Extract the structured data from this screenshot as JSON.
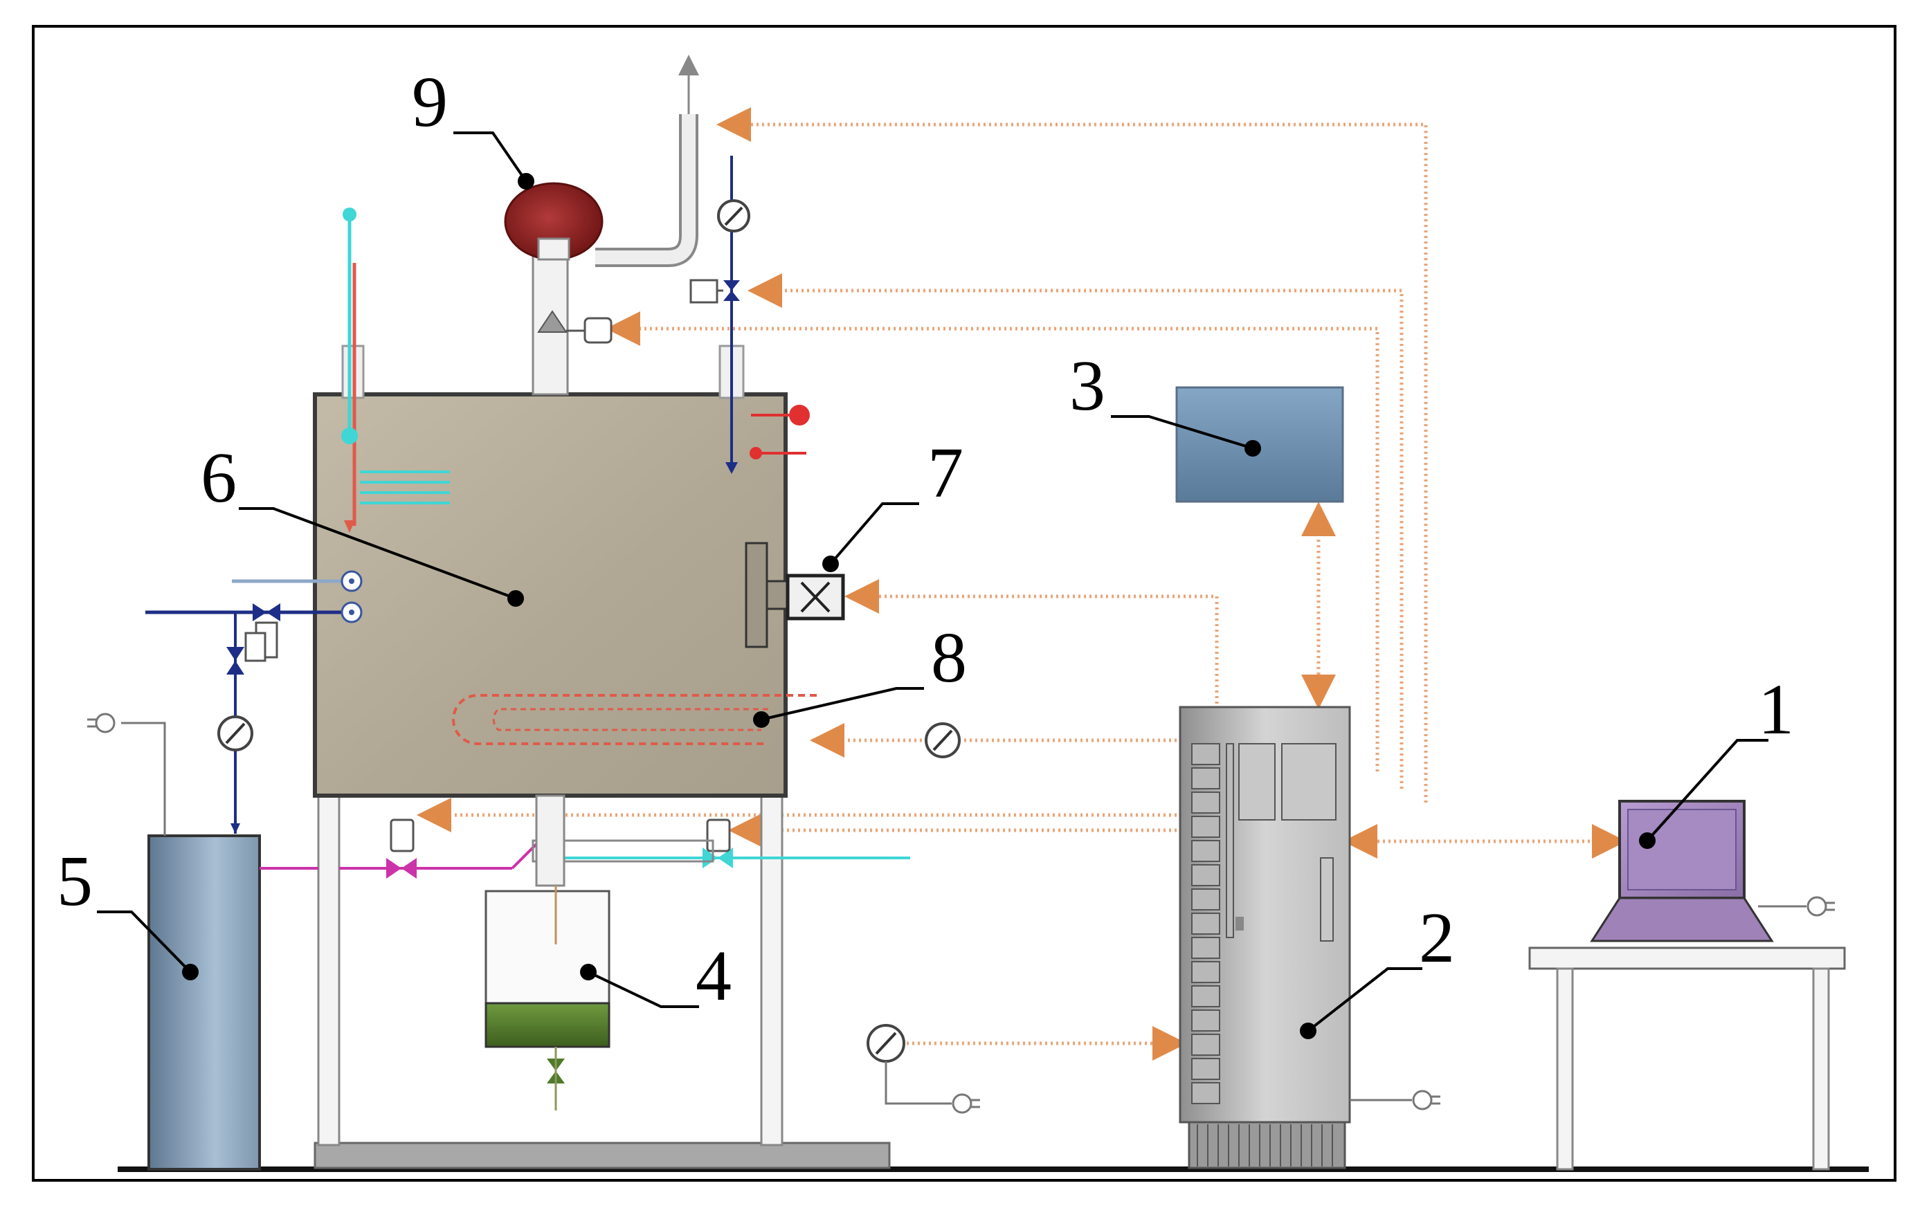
{
  "labels": {
    "n1": "1",
    "n2": "2",
    "n3": "3",
    "n4": "4",
    "n5": "5",
    "n6": "6",
    "n7": "7",
    "n8": "8",
    "n9": "9"
  },
  "colors": {
    "frame": "#000000",
    "signal_line": "#e8a67a",
    "chamber_fill": "#b5ad9c",
    "chamber_border": "#3a3a3a",
    "cooling_line": "#3fd6d6",
    "heating_line": "#e05a4a",
    "vacuum_pump": "#8b1e1e",
    "condensate": "#4f7a2b",
    "monitor_screen": "#9f82b8",
    "control_box": "#6e8fb0",
    "valve_blue": "#1e2e86",
    "valve_magenta": "#cc33aa"
  }
}
